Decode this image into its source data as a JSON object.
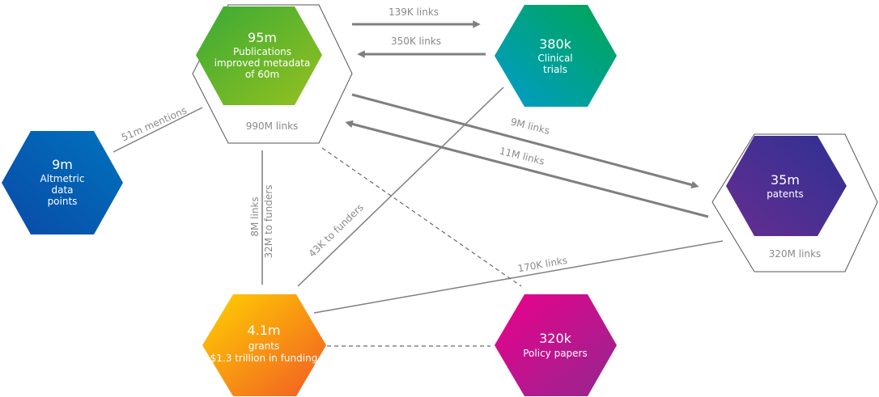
{
  "nodes": {
    "publications": {
      "value": "95m",
      "lines": [
        "Publications",
        "improved metadata",
        "of 60m"
      ],
      "outline_label": "990M links",
      "colors": [
        "#3aaa35",
        "#95c11f"
      ]
    },
    "trials": {
      "value": "380k",
      "lines": [
        "Clinical",
        "trials"
      ],
      "colors": [
        "#00a651",
        "#009ccd"
      ]
    },
    "altmetric": {
      "value": "9m",
      "lines": [
        "Altmetric",
        "data",
        "points"
      ],
      "colors": [
        "#0072bc",
        "#0a4aa8"
      ]
    },
    "patents": {
      "value": "35m",
      "lines": [
        "patents"
      ],
      "outline_label": "320M links",
      "colors": [
        "#2e3192",
        "#662d91"
      ]
    },
    "grants": {
      "value": "4.1m",
      "lines": [
        "grants",
        "$1.3 trillion in funding"
      ],
      "colors": [
        "#ffd200",
        "#f15a24"
      ]
    },
    "policy": {
      "value": "320k",
      "lines": [
        "Policy papers"
      ],
      "colors": [
        "#ec008c",
        "#93278f"
      ]
    }
  },
  "links": {
    "pub_to_trials": "139K links",
    "trials_to_pub": "350K links",
    "altmetric_pub": "51m mentions",
    "pub_to_patents": "9M links",
    "patents_to_pub": "11M links",
    "grants_pub_a": "8M links",
    "grants_pub_b": "32M to funders",
    "grants_trials": "43K to funders",
    "grants_patents": "170K links"
  }
}
